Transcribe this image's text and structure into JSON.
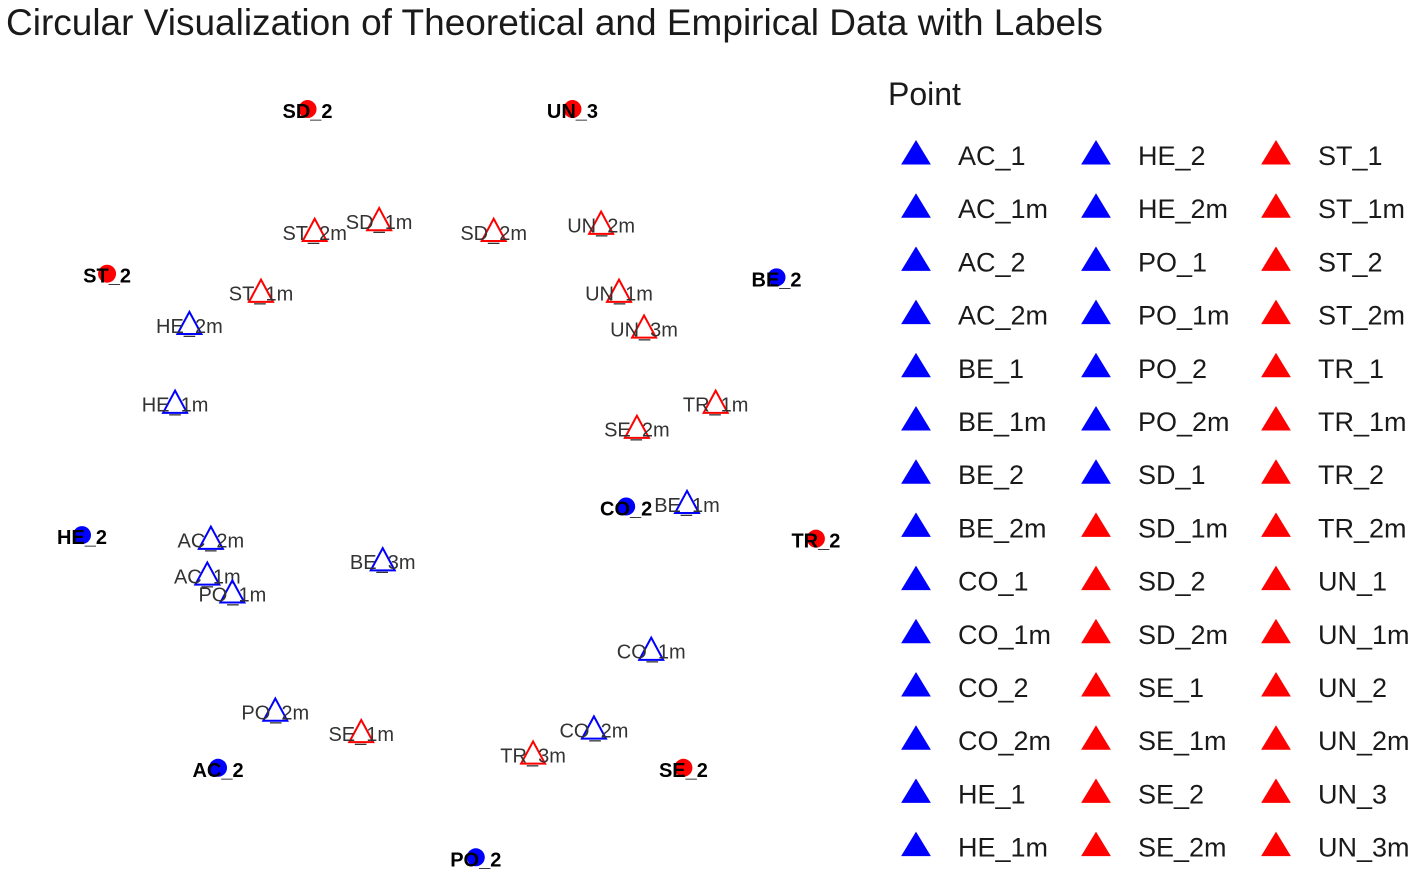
{
  "chart_data": {
    "type": "scatter",
    "title": "Circular Visualization of Theoretical and Empirical Data with Labels",
    "xlabel": "",
    "ylabel": "",
    "grid": false,
    "legend_title": "Point",
    "legend_placement": "right",
    "colors": {
      "theoretical_blue": "#0000ff",
      "theoretical_red": "#ff0000"
    },
    "points": [
      {
        "label": "SD_2",
        "x": -0.37,
        "y": 0.93,
        "group": "empirical",
        "color": "#ff0000",
        "shape": "circle"
      },
      {
        "label": "UN_3",
        "x": 0.37,
        "y": 0.93,
        "group": "empirical",
        "color": "#ff0000",
        "shape": "circle"
      },
      {
        "label": "ST_2",
        "x": -0.93,
        "y": 0.47,
        "group": "empirical",
        "color": "#ff0000",
        "shape": "circle"
      },
      {
        "label": "BE_2",
        "x": 0.94,
        "y": 0.46,
        "group": "empirical",
        "color": "#0000ff",
        "shape": "circle"
      },
      {
        "label": "HE_2",
        "x": -1.0,
        "y": -0.26,
        "group": "empirical",
        "color": "#0000ff",
        "shape": "circle"
      },
      {
        "label": "TR_2",
        "x": 1.05,
        "y": -0.27,
        "group": "empirical",
        "color": "#ff0000",
        "shape": "circle"
      },
      {
        "label": "CO_2",
        "x": 0.52,
        "y": -0.18,
        "group": "empirical",
        "color": "#0000ff",
        "shape": "circle"
      },
      {
        "label": "AC_2",
        "x": -0.62,
        "y": -0.91,
        "group": "empirical",
        "color": "#0000ff",
        "shape": "circle"
      },
      {
        "label": "SE_2",
        "x": 0.68,
        "y": -0.91,
        "group": "empirical",
        "color": "#ff0000",
        "shape": "circle"
      },
      {
        "label": "PO_2",
        "x": 0.1,
        "y": -1.16,
        "group": "empirical",
        "color": "#0000ff",
        "shape": "circle"
      },
      {
        "label": "SD_1m",
        "x": -0.17,
        "y": 0.62,
        "group": "theoretical",
        "color": "#ff0000",
        "shape": "triangle"
      },
      {
        "label": "ST_2m",
        "x": -0.35,
        "y": 0.59,
        "group": "theoretical",
        "color": "#ff0000",
        "shape": "triangle"
      },
      {
        "label": "SD_2m",
        "x": 0.15,
        "y": 0.59,
        "group": "theoretical",
        "color": "#ff0000",
        "shape": "triangle"
      },
      {
        "label": "UN_2m",
        "x": 0.45,
        "y": 0.61,
        "group": "theoretical",
        "color": "#ff0000",
        "shape": "triangle"
      },
      {
        "label": "ST_1m",
        "x": -0.5,
        "y": 0.42,
        "group": "theoretical",
        "color": "#ff0000",
        "shape": "triangle"
      },
      {
        "label": "UN_1m",
        "x": 0.5,
        "y": 0.42,
        "group": "theoretical",
        "color": "#ff0000",
        "shape": "triangle"
      },
      {
        "label": "HE_2m",
        "x": -0.7,
        "y": 0.33,
        "group": "theoretical",
        "color": "#0000ff",
        "shape": "triangle"
      },
      {
        "label": "UN_3m",
        "x": 0.57,
        "y": 0.32,
        "group": "theoretical",
        "color": "#ff0000",
        "shape": "triangle"
      },
      {
        "label": "HE_1m",
        "x": -0.74,
        "y": 0.11,
        "group": "theoretical",
        "color": "#0000ff",
        "shape": "triangle"
      },
      {
        "label": "TR_1m",
        "x": 0.77,
        "y": 0.11,
        "group": "theoretical",
        "color": "#ff0000",
        "shape": "triangle"
      },
      {
        "label": "SE_2m",
        "x": 0.55,
        "y": 0.04,
        "group": "theoretical",
        "color": "#ff0000",
        "shape": "triangle"
      },
      {
        "label": "BE_1m",
        "x": 0.69,
        "y": -0.17,
        "group": "theoretical",
        "color": "#0000ff",
        "shape": "triangle"
      },
      {
        "label": "AC_2m",
        "x": -0.64,
        "y": -0.27,
        "group": "theoretical",
        "color": "#0000ff",
        "shape": "triangle"
      },
      {
        "label": "BE_3m",
        "x": -0.16,
        "y": -0.33,
        "group": "theoretical",
        "color": "#0000ff",
        "shape": "triangle"
      },
      {
        "label": "AC_1m",
        "x": -0.65,
        "y": -0.37,
        "group": "theoretical",
        "color": "#0000ff",
        "shape": "triangle"
      },
      {
        "label": "PO_1m",
        "x": -0.58,
        "y": -0.42,
        "group": "theoretical",
        "color": "#0000ff",
        "shape": "triangle"
      },
      {
        "label": "CO_1m",
        "x": 0.59,
        "y": -0.58,
        "group": "theoretical",
        "color": "#0000ff",
        "shape": "triangle"
      },
      {
        "label": "PO_2m",
        "x": -0.46,
        "y": -0.75,
        "group": "theoretical",
        "color": "#0000ff",
        "shape": "triangle"
      },
      {
        "label": "SE_1m",
        "x": -0.22,
        "y": -0.81,
        "group": "theoretical",
        "color": "#ff0000",
        "shape": "triangle"
      },
      {
        "label": "CO_2m",
        "x": 0.43,
        "y": -0.8,
        "group": "theoretical",
        "color": "#0000ff",
        "shape": "triangle"
      },
      {
        "label": "TR_3m",
        "x": 0.26,
        "y": -0.87,
        "group": "theoretical",
        "color": "#ff0000",
        "shape": "triangle"
      }
    ],
    "legend": [
      {
        "label": "AC_1",
        "color": "#0000ff"
      },
      {
        "label": "AC_1m",
        "color": "#0000ff"
      },
      {
        "label": "AC_2",
        "color": "#0000ff"
      },
      {
        "label": "AC_2m",
        "color": "#0000ff"
      },
      {
        "label": "BE_1",
        "color": "#0000ff"
      },
      {
        "label": "BE_1m",
        "color": "#0000ff"
      },
      {
        "label": "BE_2",
        "color": "#0000ff"
      },
      {
        "label": "BE_2m",
        "color": "#0000ff"
      },
      {
        "label": "CO_1",
        "color": "#0000ff"
      },
      {
        "label": "CO_1m",
        "color": "#0000ff"
      },
      {
        "label": "CO_2",
        "color": "#0000ff"
      },
      {
        "label": "CO_2m",
        "color": "#0000ff"
      },
      {
        "label": "HE_1",
        "color": "#0000ff"
      },
      {
        "label": "HE_1m",
        "color": "#0000ff"
      },
      {
        "label": "HE_2",
        "color": "#0000ff"
      },
      {
        "label": "HE_2m",
        "color": "#0000ff"
      },
      {
        "label": "PO_1",
        "color": "#0000ff"
      },
      {
        "label": "PO_1m",
        "color": "#0000ff"
      },
      {
        "label": "PO_2",
        "color": "#0000ff"
      },
      {
        "label": "PO_2m",
        "color": "#0000ff"
      },
      {
        "label": "SD_1",
        "color": "#0000ff"
      },
      {
        "label": "SD_1m",
        "color": "#ff0000"
      },
      {
        "label": "SD_2",
        "color": "#ff0000"
      },
      {
        "label": "SD_2m",
        "color": "#ff0000"
      },
      {
        "label": "SE_1",
        "color": "#ff0000"
      },
      {
        "label": "SE_1m",
        "color": "#ff0000"
      },
      {
        "label": "SE_2",
        "color": "#ff0000"
      },
      {
        "label": "SE_2m",
        "color": "#ff0000"
      },
      {
        "label": "ST_1",
        "color": "#ff0000"
      },
      {
        "label": "ST_1m",
        "color": "#ff0000"
      },
      {
        "label": "ST_2",
        "color": "#ff0000"
      },
      {
        "label": "ST_2m",
        "color": "#ff0000"
      },
      {
        "label": "TR_1",
        "color": "#ff0000"
      },
      {
        "label": "TR_1m",
        "color": "#ff0000"
      },
      {
        "label": "TR_2",
        "color": "#ff0000"
      },
      {
        "label": "TR_2m",
        "color": "#ff0000"
      },
      {
        "label": "UN_1",
        "color": "#ff0000"
      },
      {
        "label": "UN_1m",
        "color": "#ff0000"
      },
      {
        "label": "UN_2",
        "color": "#ff0000"
      },
      {
        "label": "UN_2m",
        "color": "#ff0000"
      },
      {
        "label": "UN_3",
        "color": "#ff0000"
      },
      {
        "label": "UN_3m",
        "color": "#ff0000"
      }
    ]
  }
}
